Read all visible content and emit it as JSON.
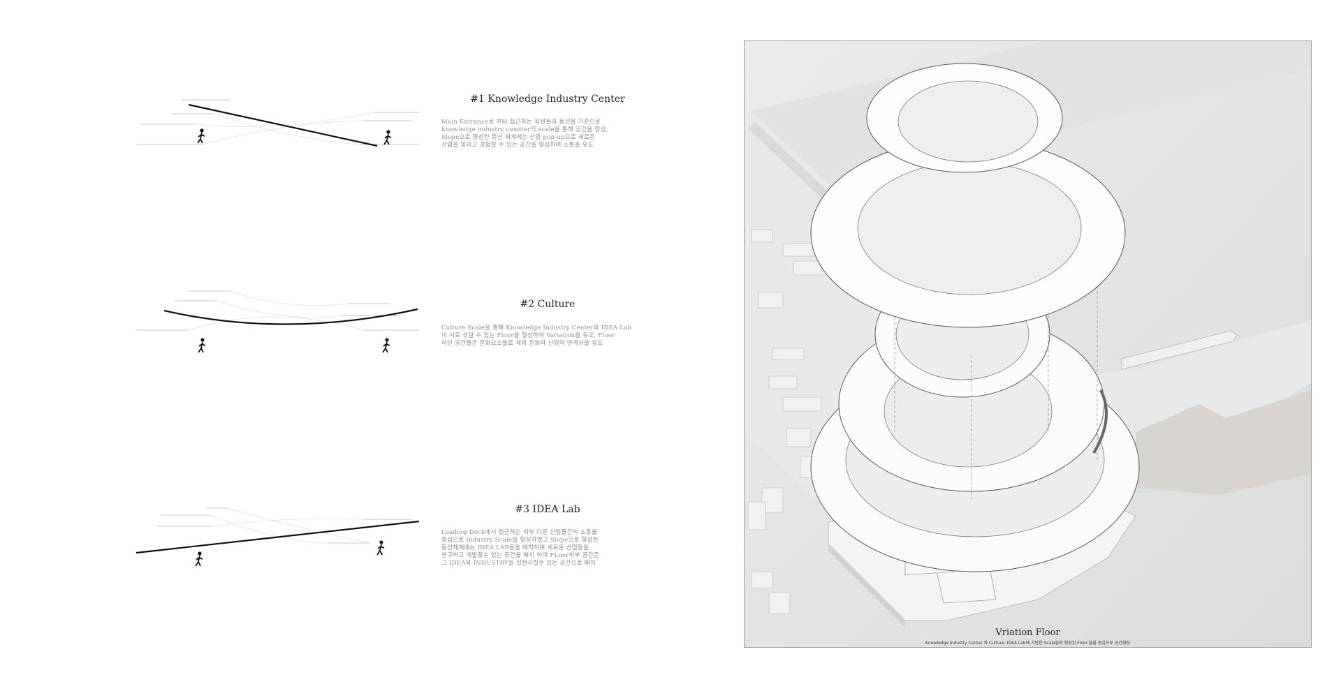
{
  "sections": [
    {
      "title": "#1 Knowledge Industry Center",
      "lines": [
        "Main Entrance로 부터 접근하는 직원들의 동선을 기준으로",
        "knowledge industry cendter의 scale을 통해 공간을 형성,",
        "Slope으로 형성된 동선 체계에는 산업 pop-up으로 새로운",
        "산업을 알리고 경험할 수 있는 공간을 형성하여 소통을 유도"
      ]
    },
    {
      "title": "#2 Culture",
      "lines": [
        "Culture Scale을 통해 Knowledge Industry Center와 IDEA Lab",
        "이 서로 섞일 수 있는 Floor을 형성하여 Variation을 유도, Floor",
        "하단 공간들은 문화요소들로 채워 문화와 산업의 연계성을 유도"
      ]
    },
    {
      "title": "#3 IDEA Lab",
      "lines": [
        "Loading Dock에서 접근하는 외부 다른 산업들간의 소통을",
        "중심으로 Industry Scale을 형성하였고 Slope으로 형성된",
        "동선체계에는 IDEA LAB들을 배치하여 새로운 산업들을",
        "연구하고 개발할수 있는 공간을 배치 하며 FLoor하부 공간은",
        "그 IDEA와 INDUSTRY을 실현시킬수 있는 공간으로 배치"
      ]
    }
  ],
  "render": {
    "title": "Vriation Floor",
    "caption": "Knowledge Industry Center 와 Culture, IDEA Lab에 기반한 Scale들로 형성된 Floor 들을 중심으로 공간형성"
  }
}
